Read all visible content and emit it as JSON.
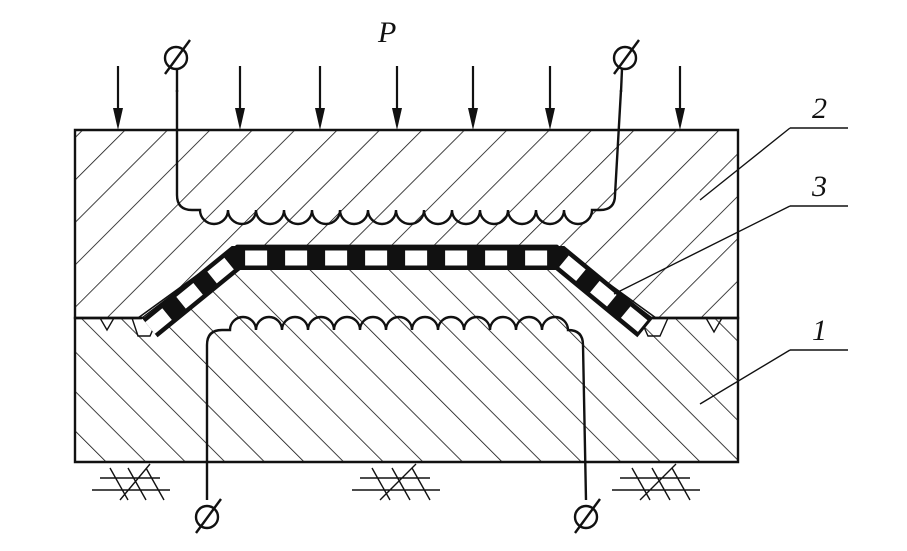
{
  "labels": {
    "pressure": "P",
    "upper_mold": "2",
    "insulated_conductor": "3",
    "lower_mold": "1"
  },
  "colors": {
    "ink": "#111111",
    "background": "#ffffff"
  },
  "icons": {
    "terminal": "terminal-icon",
    "ground": "ground-hatch-icon",
    "arrow": "arrow-down-icon"
  }
}
